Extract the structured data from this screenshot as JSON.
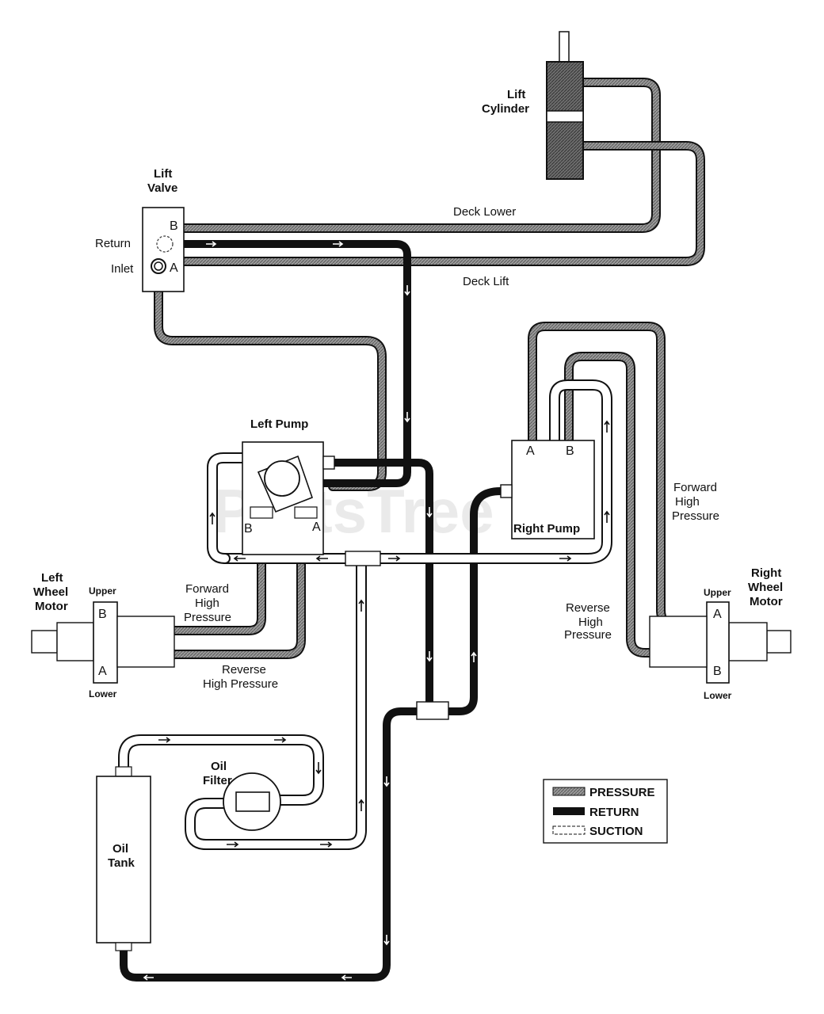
{
  "watermark": "PartsTree",
  "labels": {
    "lift_cylinder_1": "Lift",
    "lift_cylinder_2": "Cylinder",
    "lift_valve_1": "Lift",
    "lift_valve_2": "Valve",
    "return": "Return",
    "inlet": "Inlet",
    "port_b": "B",
    "port_a": "A",
    "deck_lower": "Deck Lower",
    "deck_lift": "Deck Lift",
    "left_pump": "Left Pump",
    "right_pump": "Right Pump",
    "left_wheel_motor_1": "Left",
    "left_wheel_motor_2": "Wheel",
    "left_wheel_motor_3": "Motor",
    "right_wheel_motor_1": "Right",
    "right_wheel_motor_2": "Wheel",
    "right_wheel_motor_3": "Motor",
    "upper": "Upper",
    "lower": "Lower",
    "forward_high_pressure_left_1": "Forward",
    "forward_high_pressure_left_2": "High",
    "forward_high_pressure_left_3": "Pressure",
    "reverse_high_pressure_left_1": "Reverse",
    "reverse_high_pressure_left_2": "High Pressure",
    "forward_high_pressure_right_1": "Forward",
    "forward_high_pressure_right_2": "High",
    "forward_high_pressure_right_3": "Pressure",
    "reverse_high_pressure_right_1": "Reverse",
    "reverse_high_pressure_right_2": "High",
    "reverse_high_pressure_right_3": "Pressure",
    "oil_filter_1": "Oil",
    "oil_filter_2": "Filter",
    "oil_tank_1": "Oil",
    "oil_tank_2": "Tank"
  },
  "legend": {
    "pressure": "PRESSURE",
    "return": "RETURN",
    "suction": "SUCTION"
  },
  "colors": {
    "pressure": "#8a8a8a",
    "return": "#111111",
    "suction": "#ffffff",
    "outline": "#111111"
  }
}
